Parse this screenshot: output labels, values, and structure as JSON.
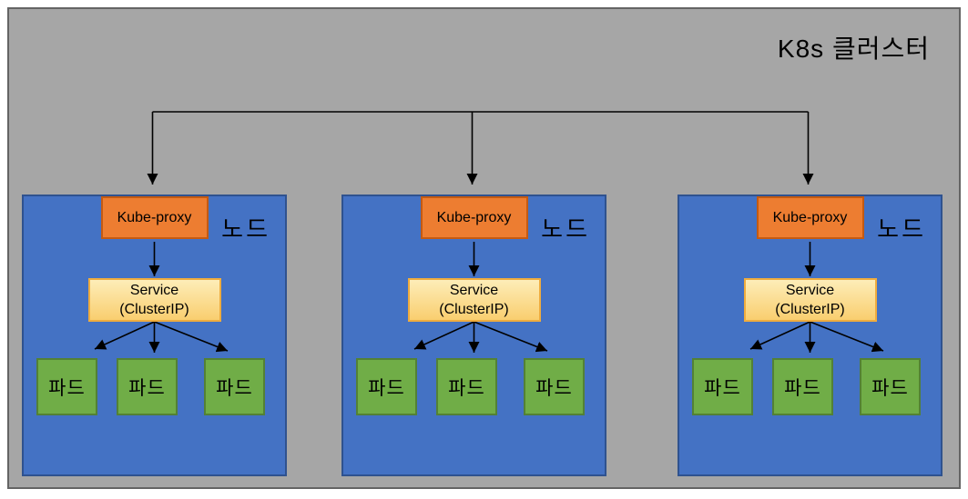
{
  "title": "K8s 클러스터",
  "nodes": [
    {
      "label": "노드",
      "kube_proxy": "Kube-proxy",
      "service": {
        "line1": "Service",
        "line2": "(ClusterIP)"
      },
      "pods": [
        "파드",
        "파드",
        "파드"
      ]
    },
    {
      "label": "노드",
      "kube_proxy": "Kube-proxy",
      "service": {
        "line1": "Service",
        "line2": "(ClusterIP)"
      },
      "pods": [
        "파드",
        "파드",
        "파드"
      ]
    },
    {
      "label": "노드",
      "kube_proxy": "Kube-proxy",
      "service": {
        "line1": "Service",
        "line2": "(ClusterIP)"
      },
      "pods": [
        "파드",
        "파드",
        "파드"
      ]
    }
  ],
  "colors": {
    "container_bg": "#A6A6A6",
    "container_border": "#646464",
    "node_bg": "#4472C4",
    "node_border": "#2F528F",
    "kube_proxy_bg": "#ED7D31",
    "kube_proxy_border": "#C55A11",
    "service_bg_top": "#FDEDB8",
    "service_bg_bottom": "#F9CE6F",
    "service_border": "#EFAC3E",
    "pod_bg": "#70AD47",
    "pod_border": "#538135",
    "arrow": "#000000",
    "text": "#000000"
  }
}
